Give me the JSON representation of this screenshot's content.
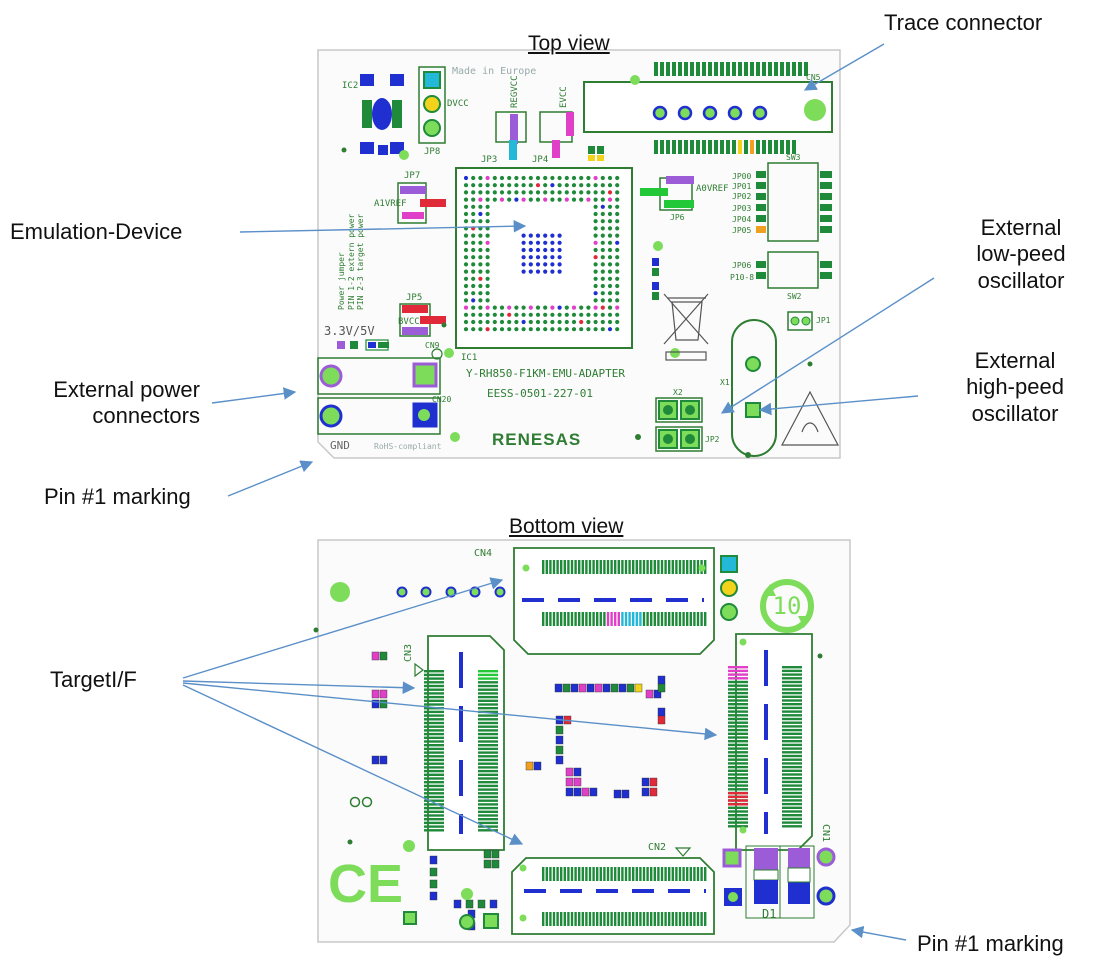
{
  "views": {
    "top_title": "Top view",
    "bottom_title": "Bottom view"
  },
  "callouts": {
    "trace_connector": "Trace connector",
    "emulation_device": "Emulation-Device",
    "ext_low_1": "External",
    "ext_low_2": "low-peed",
    "ext_low_3": "oscillator",
    "ext_high_1": "External",
    "ext_high_2": "high-peed",
    "ext_high_3": "oscillator",
    "ext_power_1": "External power",
    "ext_power_2": "connectors",
    "pin1_top": "Pin #1 marking",
    "target_if": "TargetI/F",
    "pin1_bottom": "Pin #1 marking"
  },
  "pcb_top": {
    "made_in": "Made in Europe",
    "board_name": "Y-RH850-F1KM-EMU-ADAPTER",
    "board_id": "EESS-0501-227-01",
    "brand": "RENESAS",
    "rohs": "RoHS-compliant",
    "voltage": "3.3V/5V",
    "gnd": "GND",
    "ic1": "IC1",
    "ic2": "IC2",
    "jp1": "JP1",
    "jp2": "JP2",
    "jp3": "JP3",
    "jp4": "JP4",
    "jp5": "JP5",
    "jp6": "JP6",
    "jp7": "JP7",
    "jp8": "JP8",
    "dvcc": "DVCC",
    "regvcc": "REGVCC",
    "evcc": "EVCC",
    "a1vref": "A1VREF",
    "a0vref": "A0VREF",
    "bvcc": "BVCC",
    "cn5": "CN5",
    "cn9": "CN9",
    "cn20": "CN20",
    "sw2": "SW2",
    "sw3": "SW3",
    "x1": "X1",
    "x2": "X2",
    "jp00": "JP00",
    "jp01": "JP01",
    "jp02": "JP02",
    "jp03": "JP03",
    "jp04": "JP04",
    "jp05": "JP05",
    "jp06": "JP06",
    "p10_8": "P10-8",
    "power_jumper_1": "Power jumper",
    "power_jumper_2": "PIN 1-2 extern power",
    "power_jumper_3": "PIN 2-3 target power"
  },
  "pcb_bottom": {
    "cn1": "CN1",
    "cn2": "CN2",
    "cn3": "CN3",
    "cn4": "CN4",
    "d1": "D1",
    "ce": "CE",
    "recycle_years": "10"
  },
  "colors": {
    "silk": "#2e7d32",
    "pad": "#7ddc5a",
    "marker_blue": "#1f2fd0",
    "magenta": "#e040c8",
    "purple": "#9c5cd8",
    "cyan": "#23b8d8",
    "red": "#e02a3a",
    "yellow": "#f2d21a",
    "orange": "#f0a020",
    "arrow": "#5a8fc8",
    "board_border": "#c8c8c8"
  }
}
